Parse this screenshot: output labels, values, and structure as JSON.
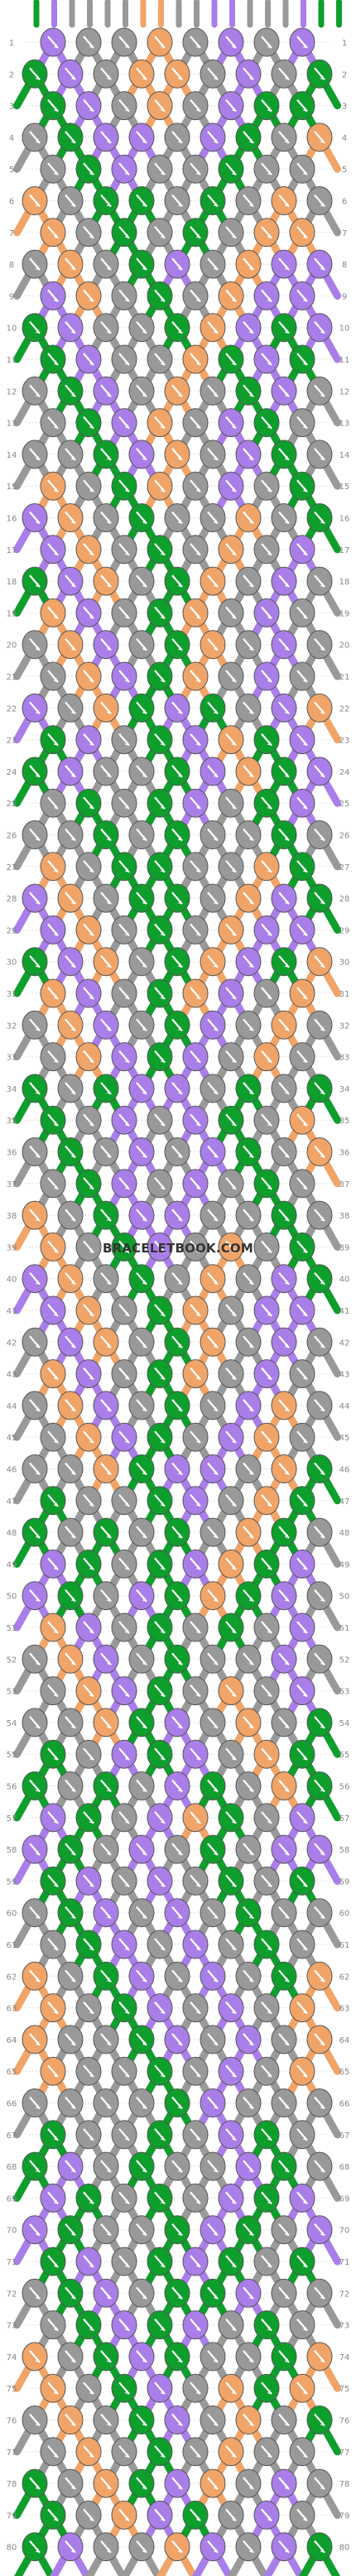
{
  "watermark": "BRACELETBOOK.COM",
  "rows": 80,
  "columns": 9,
  "strings": 18,
  "colors": {
    "purple": "#a97ee8",
    "gray": "#999999",
    "orange": "#f0a468",
    "green": "#0e9e2c",
    "grid_line": "#e2e2e2",
    "row_number": "#888888"
  },
  "string_colors_top": [
    "green",
    "purple",
    "gray",
    "gray",
    "gray",
    "gray",
    "orange",
    "orange",
    "gray",
    "gray",
    "purple",
    "purple",
    "gray",
    "gray",
    "gray",
    "purple",
    "green",
    "green"
  ],
  "knot_colors": {
    "1": [
      "purple",
      "gray",
      "gray",
      "orange",
      "gray",
      "purple",
      "gray",
      "purple"
    ],
    "2": [
      "green",
      "purple",
      "gray",
      "orange",
      "orange",
      "gray",
      "purple",
      "gray",
      "green"
    ],
    "3": [
      "green",
      "purple",
      "gray",
      "orange",
      "gray",
      "purple",
      "green",
      "green"
    ],
    "4": [
      "gray",
      "green",
      "purple",
      "purple",
      "gray",
      "purple",
      "green",
      "gray",
      "orange"
    ],
    "5": [
      "gray",
      "green",
      "purple",
      "gray",
      "gray",
      "green",
      "gray",
      "gray"
    ],
    "6": [
      "orange",
      "gray",
      "green",
      "green",
      "gray",
      "green",
      "gray",
      "orange",
      "gray"
    ],
    "7": [
      "orange",
      "gray",
      "green",
      "gray",
      "green",
      "gray",
      "orange",
      "orange"
    ],
    "8": [
      "gray",
      "orange",
      "gray",
      "green",
      "purple",
      "gray",
      "orange",
      "purple",
      "purple"
    ],
    "9": [
      "purple",
      "orange",
      "gray",
      "green",
      "gray",
      "orange",
      "purple",
      "purple"
    ],
    "10": [
      "green",
      "purple",
      "gray",
      "gray",
      "green",
      "orange",
      "purple",
      "green",
      "purple"
    ],
    "11": [
      "green",
      "purple",
      "gray",
      "gray",
      "orange",
      "green",
      "purple",
      "green"
    ],
    "12": [
      "gray",
      "green",
      "purple",
      "gray",
      "orange",
      "gray",
      "green",
      "purple",
      "gray"
    ],
    "13": [
      "gray",
      "green",
      "purple",
      "orange",
      "gray",
      "purple",
      "green",
      "gray"
    ],
    "14": [
      "gray",
      "gray",
      "green",
      "purple",
      "orange",
      "gray",
      "purple",
      "green",
      "gray"
    ],
    "15": [
      "orange",
      "gray",
      "green",
      "orange",
      "gray",
      "purple",
      "gray",
      "green"
    ],
    "16": [
      "purple",
      "orange",
      "gray",
      "green",
      "gray",
      "gray",
      "orange",
      "gray",
      "green"
    ],
    "17": [
      "purple",
      "orange",
      "gray",
      "green",
      "gray",
      "orange",
      "gray",
      "purple"
    ],
    "18": [
      "green",
      "purple",
      "orange",
      "gray",
      "green",
      "orange",
      "gray",
      "purple",
      "gray"
    ],
    "19": [
      "orange",
      "purple",
      "gray",
      "green",
      "orange",
      "gray",
      "purple",
      "gray"
    ],
    "20": [
      "gray",
      "orange",
      "purple",
      "gray",
      "green",
      "orange",
      "gray",
      "purple",
      "gray"
    ],
    "21": [
      "gray",
      "orange",
      "purple",
      "green",
      "orange",
      "gray",
      "purple",
      "gray"
    ],
    "22": [
      "purple",
      "gray",
      "orange",
      "green",
      "purple",
      "green",
      "gray",
      "purple",
      "orange"
    ],
    "23": [
      "green",
      "purple",
      "gray",
      "green",
      "purple",
      "orange",
      "green",
      "purple"
    ],
    "24": [
      "green",
      "purple",
      "gray",
      "gray",
      "green",
      "purple",
      "orange",
      "green",
      "purple"
    ],
    "25": [
      "gray",
      "green",
      "gray",
      "green",
      "purple",
      "gray",
      "green",
      "purple"
    ],
    "26": [
      "gray",
      "gray",
      "green",
      "gray",
      "green",
      "gray",
      "gray",
      "green",
      "gray"
    ],
    "27": [
      "orange",
      "gray",
      "green",
      "green",
      "gray",
      "gray",
      "orange",
      "green"
    ],
    "28": [
      "purple",
      "orange",
      "gray",
      "green",
      "green",
      "gray",
      "orange",
      "purple",
      "green"
    ],
    "29": [
      "purple",
      "orange",
      "gray",
      "green",
      "gray",
      "orange",
      "purple",
      "purple"
    ],
    "30": [
      "green",
      "purple",
      "orange",
      "gray",
      "green",
      "orange",
      "purple",
      "green",
      "orange"
    ],
    "31": [
      "orange",
      "purple",
      "gray",
      "green",
      "orange",
      "purple",
      "gray",
      "orange"
    ],
    "32": [
      "gray",
      "orange",
      "purple",
      "gray",
      "green",
      "purple",
      "gray",
      "orange",
      "gray"
    ],
    "33": [
      "gray",
      "orange",
      "purple",
      "green",
      "purple",
      "gray",
      "orange",
      "gray"
    ],
    "34": [
      "green",
      "gray",
      "green",
      "purple",
      "purple",
      "gray",
      "green",
      "gray",
      "green"
    ],
    "35": [
      "green",
      "gray",
      "purple",
      "gray",
      "purple",
      "green",
      "gray",
      "orange"
    ],
    "36": [
      "gray",
      "green",
      "gray",
      "purple",
      "gray",
      "purple",
      "green",
      "gray",
      "orange"
    ],
    "37": [
      "gray",
      "green",
      "purple",
      "gray",
      "purple",
      "gray",
      "green",
      "gray"
    ],
    "38": [
      "orange",
      "gray",
      "green",
      "purple",
      "purple",
      "gray",
      "gray",
      "green",
      "gray"
    ],
    "39": [
      "orange",
      "gray",
      "green",
      "purple",
      "gray",
      "orange",
      "gray",
      "green"
    ],
    "40": [
      "purple",
      "orange",
      "gray",
      "green",
      "gray",
      "orange",
      "gray",
      "purple",
      "green"
    ],
    "41": [
      "purple",
      "orange",
      "gray",
      "green",
      "orange",
      "gray",
      "purple",
      "purple"
    ],
    "42": [
      "gray",
      "purple",
      "orange",
      "gray",
      "green",
      "orange",
      "gray",
      "purple",
      "gray"
    ],
    "43": [
      "orange",
      "purple",
      "gray",
      "green",
      "orange",
      "gray",
      "purple",
      "gray"
    ],
    "44": [
      "gray",
      "orange",
      "purple",
      "gray",
      "green",
      "gray",
      "purple",
      "orange",
      "gray"
    ],
    "45": [
      "gray",
      "orange",
      "purple",
      "green",
      "gray",
      "purple",
      "orange",
      "gray"
    ],
    "46": [
      "gray",
      "gray",
      "orange",
      "green",
      "purple",
      "purple",
      "gray",
      "orange",
      "green"
    ],
    "47": [
      "green",
      "gray",
      "gray",
      "green",
      "purple",
      "gray",
      "orange",
      "green"
    ],
    "48": [
      "green",
      "gray",
      "green",
      "gray",
      "green",
      "gray",
      "orange",
      "green",
      "gray"
    ],
    "49": [
      "purple",
      "green",
      "gray",
      "green",
      "purple",
      "orange",
      "green",
      "purple"
    ],
    "50": [
      "purple",
      "green",
      "gray",
      "purple",
      "green",
      "orange",
      "green",
      "purple",
      "gray"
    ],
    "51": [
      "orange",
      "purple",
      "gray",
      "green",
      "gray",
      "green",
      "gray",
      "purple"
    ],
    "52": [
      "gray",
      "orange",
      "purple",
      "gray",
      "green",
      "gray",
      "gray",
      "purple",
      "gray"
    ],
    "53": [
      "gray",
      "orange",
      "purple",
      "green",
      "gray",
      "orange",
      "gray",
      "purple"
    ],
    "54": [
      "gray",
      "gray",
      "orange",
      "green",
      "purple",
      "gray",
      "orange",
      "gray",
      "green"
    ],
    "55": [
      "green",
      "gray",
      "purple",
      "green",
      "purple",
      "gray",
      "orange",
      "green"
    ],
    "56": [
      "green",
      "gray",
      "green",
      "gray",
      "purple",
      "green",
      "gray",
      "orange",
      "green"
    ],
    "57": [
      "purple",
      "green",
      "gray",
      "purple",
      "orange",
      "green",
      "gray",
      "purple"
    ],
    "58": [
      "purple",
      "green",
      "gray",
      "purple",
      "gray",
      "green",
      "gray",
      "purple",
      "purple"
    ],
    "59": [
      "green",
      "purple",
      "gray",
      "purple",
      "gray",
      "green",
      "gray",
      "green"
    ],
    "60": [
      "gray",
      "green",
      "purple",
      "gray",
      "purple",
      "gray",
      "green",
      "gray",
      "gray"
    ],
    "61": [
      "gray",
      "green",
      "purple",
      "gray",
      "purple",
      "gray",
      "green",
      "gray"
    ],
    "62": [
      "orange",
      "gray",
      "green",
      "purple",
      "gray",
      "purple",
      "gray",
      "green",
      "orange"
    ],
    "63": [
      "orange",
      "gray",
      "green",
      "purple",
      "gray",
      "purple",
      "gray",
      "orange"
    ],
    "64": [
      "orange",
      "gray",
      "gray",
      "green",
      "purple",
      "gray",
      "purple",
      "gray",
      "orange"
    ],
    "65": [
      "orange",
      "gray",
      "gray",
      "green",
      "gray",
      "purple",
      "gray",
      "orange"
    ],
    "66": [
      "gray",
      "gray",
      "gray",
      "gray",
      "green",
      "purple",
      "gray",
      "gray",
      "gray"
    ],
    "67": [
      "green",
      "gray",
      "gray",
      "green",
      "gray",
      "purple",
      "green",
      "gray"
    ],
    "68": [
      "green",
      "purple",
      "gray",
      "green",
      "gray",
      "gray",
      "purple",
      "green",
      "gray"
    ],
    "69": [
      "purple",
      "green",
      "gray",
      "green",
      "gray",
      "purple",
      "green",
      "purple"
    ],
    "70": [
      "purple",
      "green",
      "gray",
      "gray",
      "green",
      "purple",
      "green",
      "gray",
      "purple"
    ],
    "71": [
      "green",
      "purple",
      "gray",
      "green",
      "purple",
      "green",
      "gray",
      "green"
    ],
    "72": [
      "gray",
      "green",
      "purple",
      "gray",
      "green",
      "green",
      "purple",
      "gray",
      "gray"
    ],
    "73": [
      "gray",
      "green",
      "purple",
      "green",
      "purple",
      "gray",
      "green",
      "gray"
    ],
    "74": [
      "orange",
      "gray",
      "green",
      "purple",
      "green",
      "gray",
      "gray",
      "green",
      "orange"
    ],
    "75": [
      "orange",
      "gray",
      "green",
      "purple",
      "gray",
      "orange",
      "green",
      "orange"
    ],
    "76": [
      "gray",
      "orange",
      "gray",
      "green",
      "purple",
      "gray",
      "orange",
      "gray",
      "green"
    ],
    "77": [
      "gray",
      "orange",
      "gray",
      "green",
      "gray",
      "orange",
      "gray",
      "gray"
    ],
    "78": [
      "green",
      "gray",
      "orange",
      "green",
      "purple",
      "orange",
      "gray",
      "purple",
      "gray"
    ],
    "79": [
      "green",
      "gray",
      "orange",
      "purple",
      "green",
      "gray",
      "purple",
      "gray"
    ],
    "80": [
      "green",
      "purple",
      "gray",
      "gray",
      "orange",
      "purple",
      "gray",
      "purple",
      "green"
    ]
  }
}
